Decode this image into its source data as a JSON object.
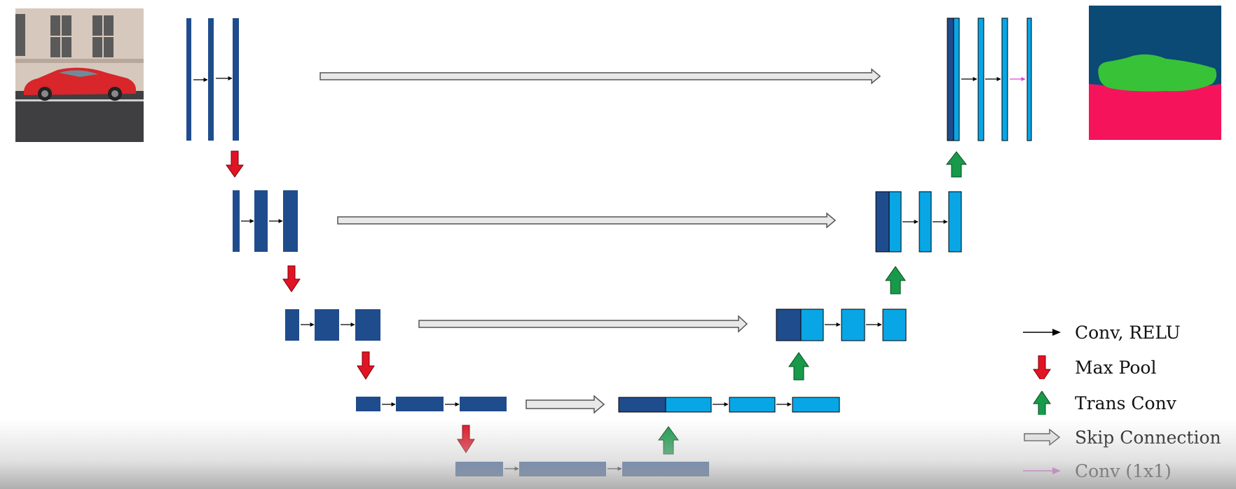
{
  "colors": {
    "encoder": "#1f4c8c",
    "decoder": "#09a6e6",
    "max_pool": "#e01424",
    "trans_conv": "#179a4a",
    "skip": "#e6e6e6",
    "conv_1x1": "#e045d8",
    "seg_background": "#0a4a74",
    "seg_car": "#38c238",
    "seg_road": "#f5145c"
  },
  "input_image": {
    "icon": "red-sports-car-photo"
  },
  "output_image": {
    "icon": "segmentation-mask"
  },
  "legend": [
    {
      "key": "conv",
      "icon": "black-arrow",
      "label": "Conv, RELU"
    },
    {
      "key": "maxpool",
      "icon": "red-down-arrow",
      "label": "Max Pool"
    },
    {
      "key": "transconv",
      "icon": "green-up-arrow",
      "label": "Trans Conv"
    },
    {
      "key": "skip",
      "icon": "hollow-gray-arrow",
      "label": "Skip Connection"
    },
    {
      "key": "conv1x1",
      "icon": "magenta-arrow",
      "label": "Conv (1x1)"
    }
  ]
}
